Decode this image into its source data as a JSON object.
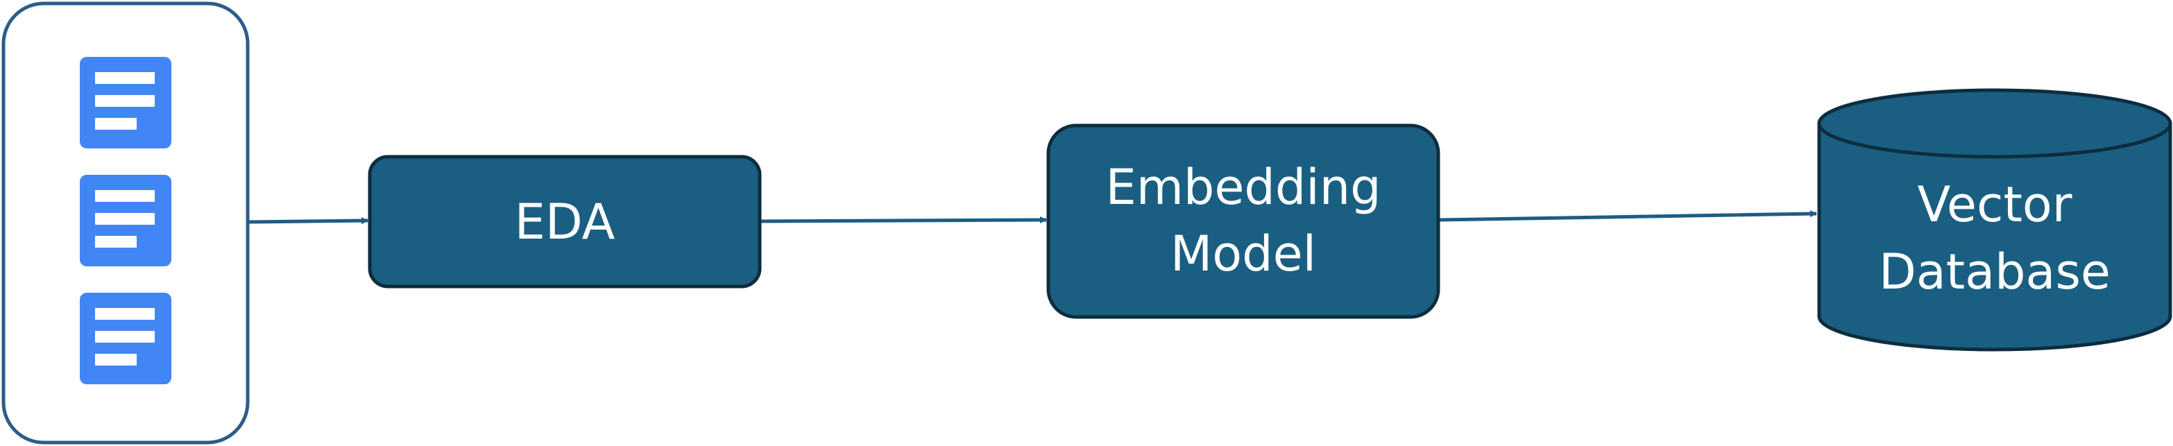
{
  "nodes": {
    "documents": {
      "icons": [
        "document-icon",
        "document-icon",
        "document-icon"
      ]
    },
    "eda": {
      "label": "EDA"
    },
    "embedding_model": {
      "label_line1": "Embedding",
      "label_line2": "Model"
    },
    "vector_database": {
      "label_line1": "Vector",
      "label_line2": "Database"
    }
  },
  "edges": [
    {
      "from": "documents",
      "to": "eda"
    },
    {
      "from": "eda",
      "to": "embedding_model"
    },
    {
      "from": "embedding_model",
      "to": "vector_database"
    }
  ],
  "colors": {
    "node_fill": "#1a5f82",
    "node_stroke": "#0d2d3f",
    "container_stroke": "#2b5d8a",
    "edge": "#1f5c85",
    "doc_icon": "#4285f4",
    "label": "#ffffff"
  }
}
